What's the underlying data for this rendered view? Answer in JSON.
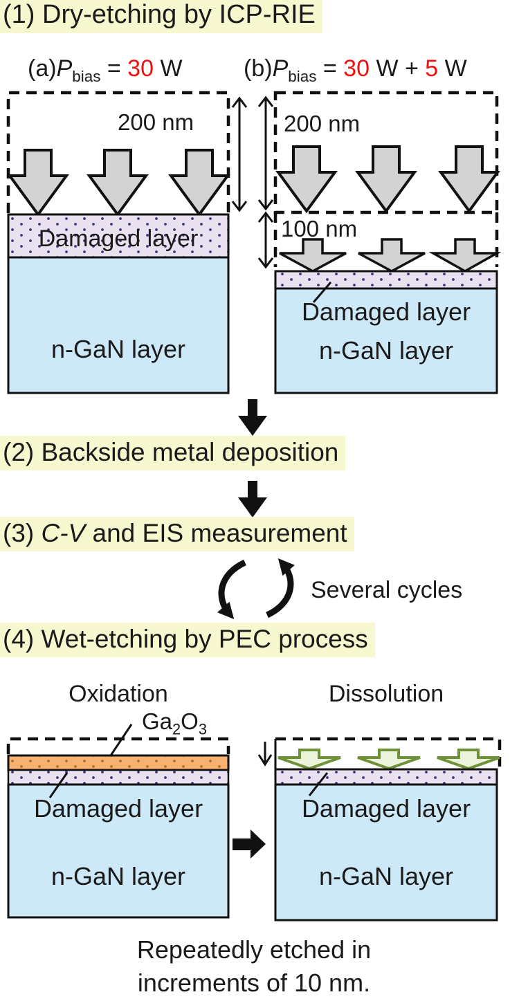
{
  "colors": {
    "highlight": "#f8f8d0",
    "accent_red": "#ee1111",
    "ngan_blue": "#cde9f8",
    "damaged_purple": "#e9e1ef",
    "oxide_orange": "#f7b272",
    "ion_arrow_gray": "#d3d3d3",
    "pec_arrow_green_fill": "#ecf3dc",
    "pec_arrow_green_stroke": "#6f9138"
  },
  "step1": {
    "label": "(1) Dry-etching by ICP-RIE"
  },
  "panel_a": {
    "tag": "(a)",
    "p": "P",
    "p_sub": "bias",
    "eq": " = ",
    "power": "30",
    "unit": " W",
    "depth": "200 nm",
    "damaged_label": "Damaged layer",
    "ngan_label": "n-GaN layer"
  },
  "panel_b": {
    "tag": "(b)",
    "p": "P",
    "p_sub": "bias",
    "eq": " = ",
    "power1": "30",
    "mid": " W + ",
    "power2": "5",
    "unit": " W",
    "depth_total": "200 nm",
    "depth_second": "100 nm",
    "damaged_label": "Damaged layer",
    "ngan_label": "n-GaN layer"
  },
  "step2": {
    "label": "(2) Backside metal deposition"
  },
  "step3": {
    "prefix": "(3) ",
    "italic": "C-V",
    "rest": " and EIS measurement"
  },
  "cycle_note": "Several cycles",
  "step4": {
    "label": "(4) Wet-etching by PEC process"
  },
  "oxidation": {
    "title": "Oxidation",
    "oxide_ga": "Ga",
    "oxide_sub1": "2",
    "oxide_o": "O",
    "oxide_sub2": "3",
    "damaged_label": "Damaged layer",
    "ngan_label": "n-GaN layer"
  },
  "dissolution": {
    "title": "Dissolution",
    "damaged_label": "Damaged layer",
    "ngan_label": "n-GaN layer"
  },
  "footer": {
    "line1": "Repeatedly etched in",
    "line2": "increments of 10 nm."
  }
}
